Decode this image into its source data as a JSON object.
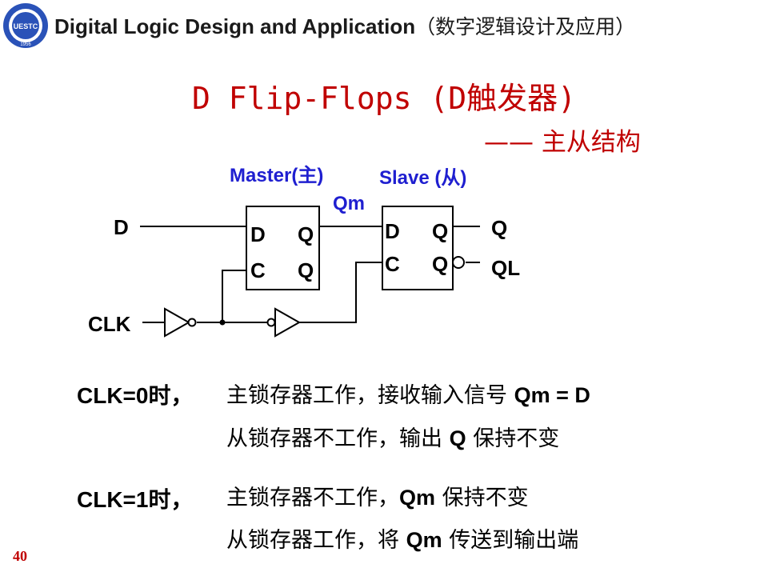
{
  "header": {
    "title": "Digital Logic Design and Application",
    "title_cn": "（数字逻辑设计及应用）",
    "logo_text": "UESTC",
    "logo_year": "1956"
  },
  "slide": {
    "title": "D Flip-Flops (D触发器)",
    "subtitle": "—— 主从结构",
    "page_number": "40"
  },
  "circuit": {
    "master_label": "Master(主)",
    "slave_label": "Slave (从)",
    "qm_label": "Qm",
    "input_d": "D",
    "input_clk": "CLK",
    "output_q": "Q",
    "output_ql": "QL",
    "ff_pin_d": "D",
    "ff_pin_c": "C",
    "ff_pin_q": "Q",
    "colors": {
      "label_blue": "#1f1fd0",
      "title_red": "#c00000",
      "wire": "#000000"
    }
  },
  "explanation": {
    "clk0_label": "CLK=0时，",
    "clk0_line1_prefix": "主锁存器工作，接收输入信号 ",
    "clk0_line1_formula": "Qm = D",
    "clk0_line2_prefix": "从锁存器不工作，输出 ",
    "clk0_line2_sym": "Q",
    "clk0_line2_suffix": " 保持不变",
    "clk1_label": "CLK=1时，",
    "clk1_line1_prefix": "主锁存器不工作，",
    "clk1_line1_sym": "Qm",
    "clk1_line1_suffix": " 保持不变",
    "clk1_line2_prefix": "从锁存器工作，将 ",
    "clk1_line2_sym": "Qm",
    "clk1_line2_suffix": " 传送到输出端"
  }
}
